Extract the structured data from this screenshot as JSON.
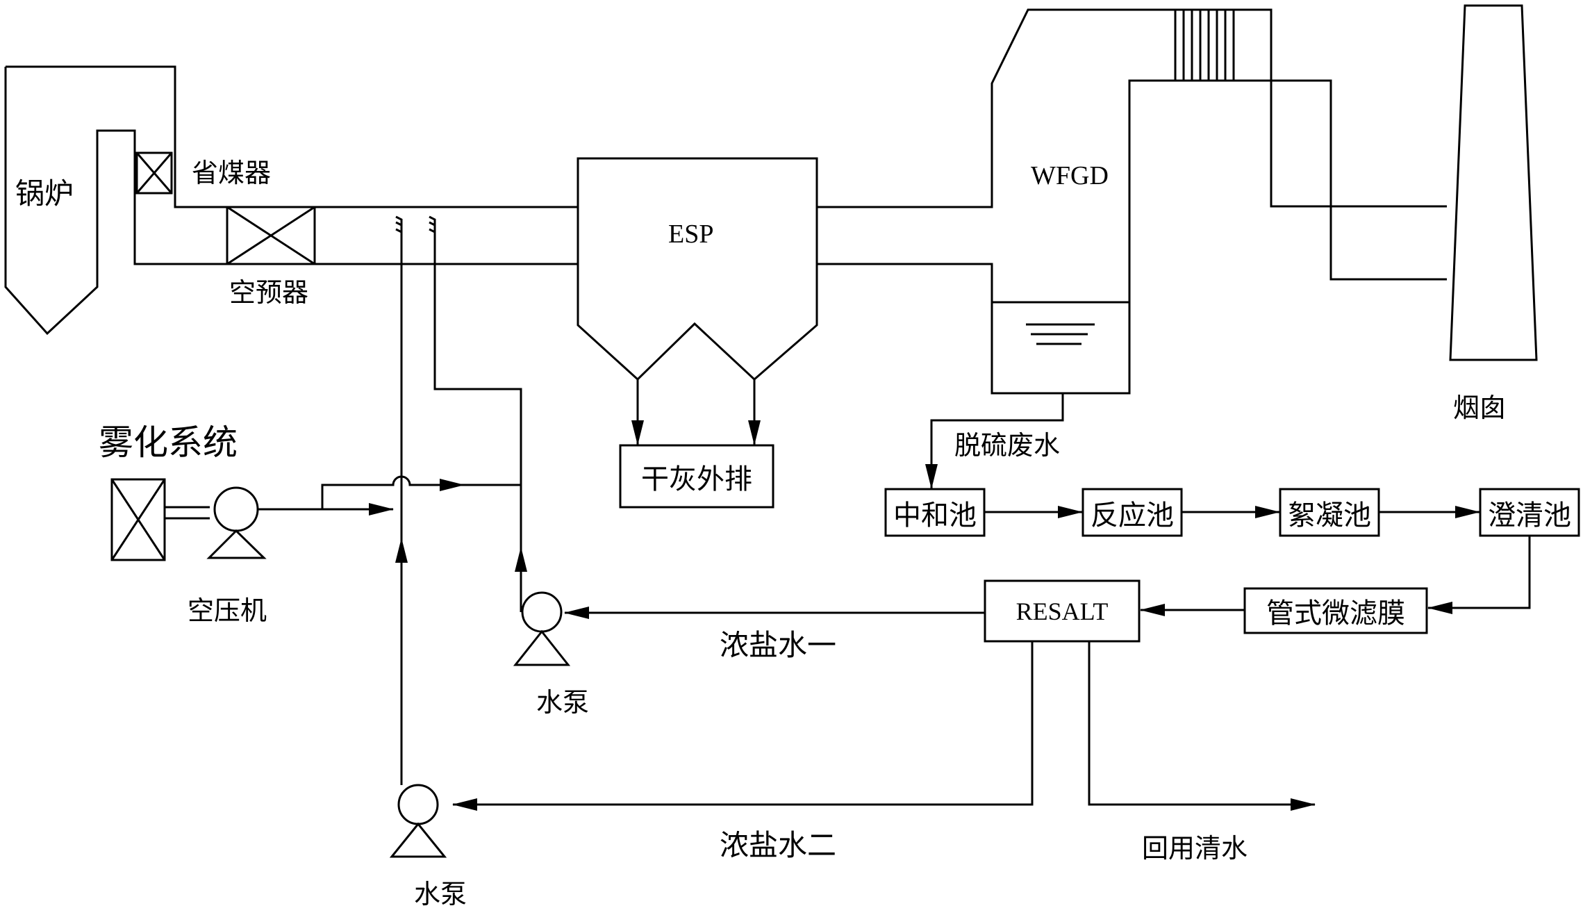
{
  "equipment": {
    "boiler": "锅炉",
    "economizer": "省煤器",
    "air_preheater": "空预器",
    "esp": "ESP",
    "wfgd": "WFGD",
    "chimney": "烟囱",
    "dry_ash": "干灰外排",
    "atomization_system": "雾化系统",
    "air_compressor": "空压机",
    "water_pump_1": "水泵",
    "water_pump_2": "水泵"
  },
  "process": {
    "desulfurization_wastewater": "脱硫废水",
    "neutralization_tank": "中和池",
    "reaction_tank": "反应池",
    "flocculation_tank": "絮凝池",
    "clarification_tank": "澄清池",
    "tubular_microfiltration": "管式微滤膜",
    "resalt": "RESALT",
    "brine_1": "浓盐水一",
    "brine_2": "浓盐水二",
    "recycled_water": "回用清水"
  }
}
